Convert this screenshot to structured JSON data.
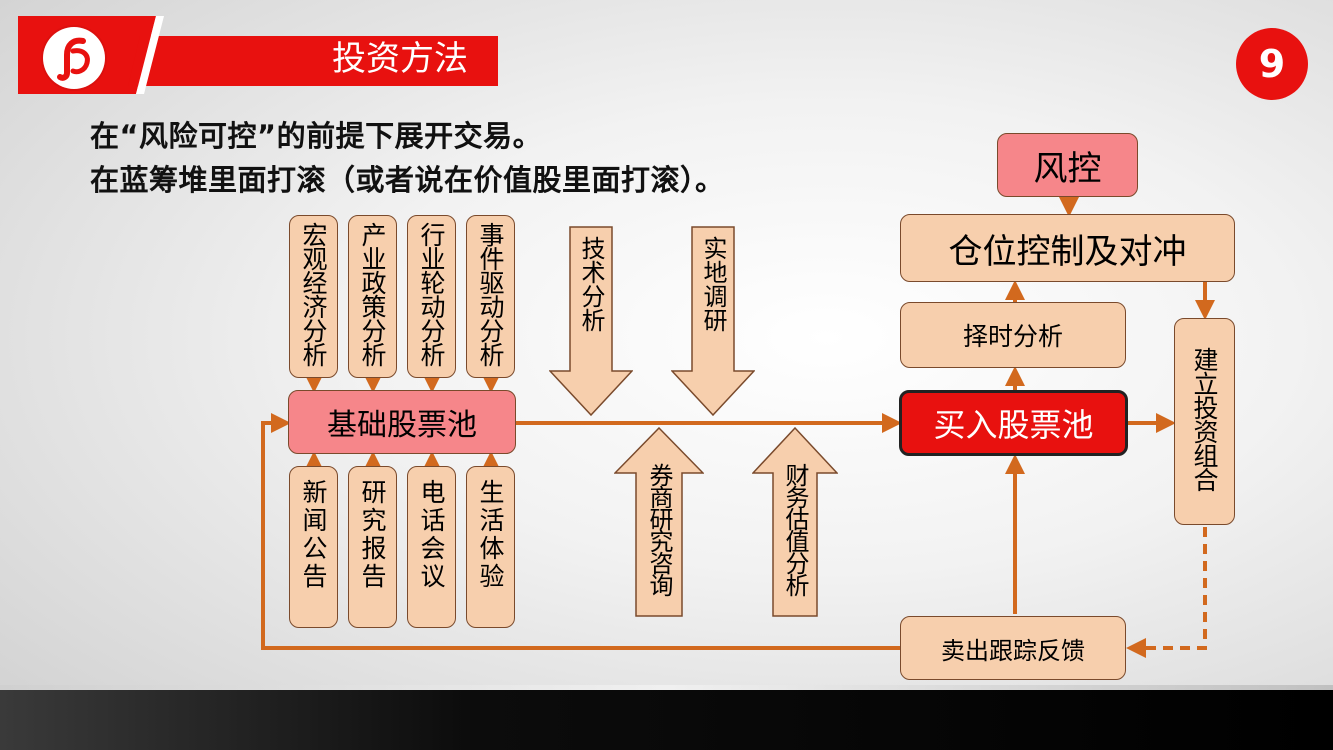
{
  "header": {
    "title": "投资方法",
    "page_number": "9",
    "logo": "brand-logo-icon"
  },
  "intro": {
    "line1": "在“风险可控”的前提下展开交易。",
    "line2": "在蓝筹堆里面打滚（或者说在价值股里面打滚）。"
  },
  "diagram": {
    "top_inputs": [
      "宏观经济分析",
      "产业政策分析",
      "行业轮动分析",
      "事件驱动分析"
    ],
    "bottom_inputs": [
      "新闻公告",
      "研究报告",
      "电话会议",
      "生活体验"
    ],
    "base_pool": "基础股票池",
    "down_arrows": [
      "技术分析",
      "实地调研"
    ],
    "up_arrows": [
      "券商研究咨询",
      "财务估值分析"
    ],
    "buy_pool": "买入股票池",
    "risk_control": "风控",
    "position_control": "仓位控制及对冲",
    "timing_analysis": "择时分析",
    "build_portfolio": "建立投资组合",
    "sell_feedback": "卖出跟踪反馈"
  },
  "colors": {
    "accent_red": "#e8110f",
    "box_fill": "#f7cfad",
    "pink_fill": "#f6868a",
    "line_orange": "#d2691e",
    "arrow_fill": "#f7cfad"
  }
}
